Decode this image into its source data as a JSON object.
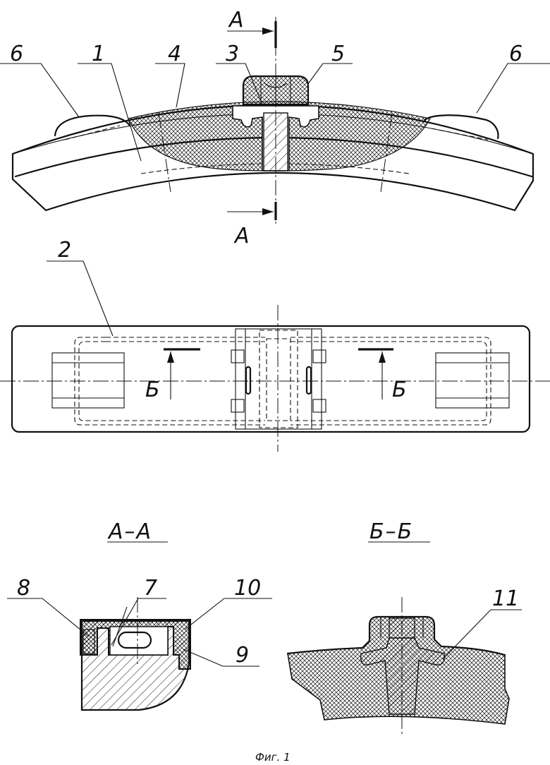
{
  "part_labels": {
    "p1": "1",
    "p2": "2",
    "p3": "3",
    "p4": "4",
    "p5": "5",
    "p6": "6",
    "p7": "7",
    "p8": "8",
    "p9": "9",
    "p10": "10",
    "p11": "11"
  },
  "section_marks": {
    "a": "А",
    "b": "Б"
  },
  "section_titles": {
    "aa": "А–А",
    "bb": "Б–Б"
  },
  "caption": "Фиг. 1"
}
